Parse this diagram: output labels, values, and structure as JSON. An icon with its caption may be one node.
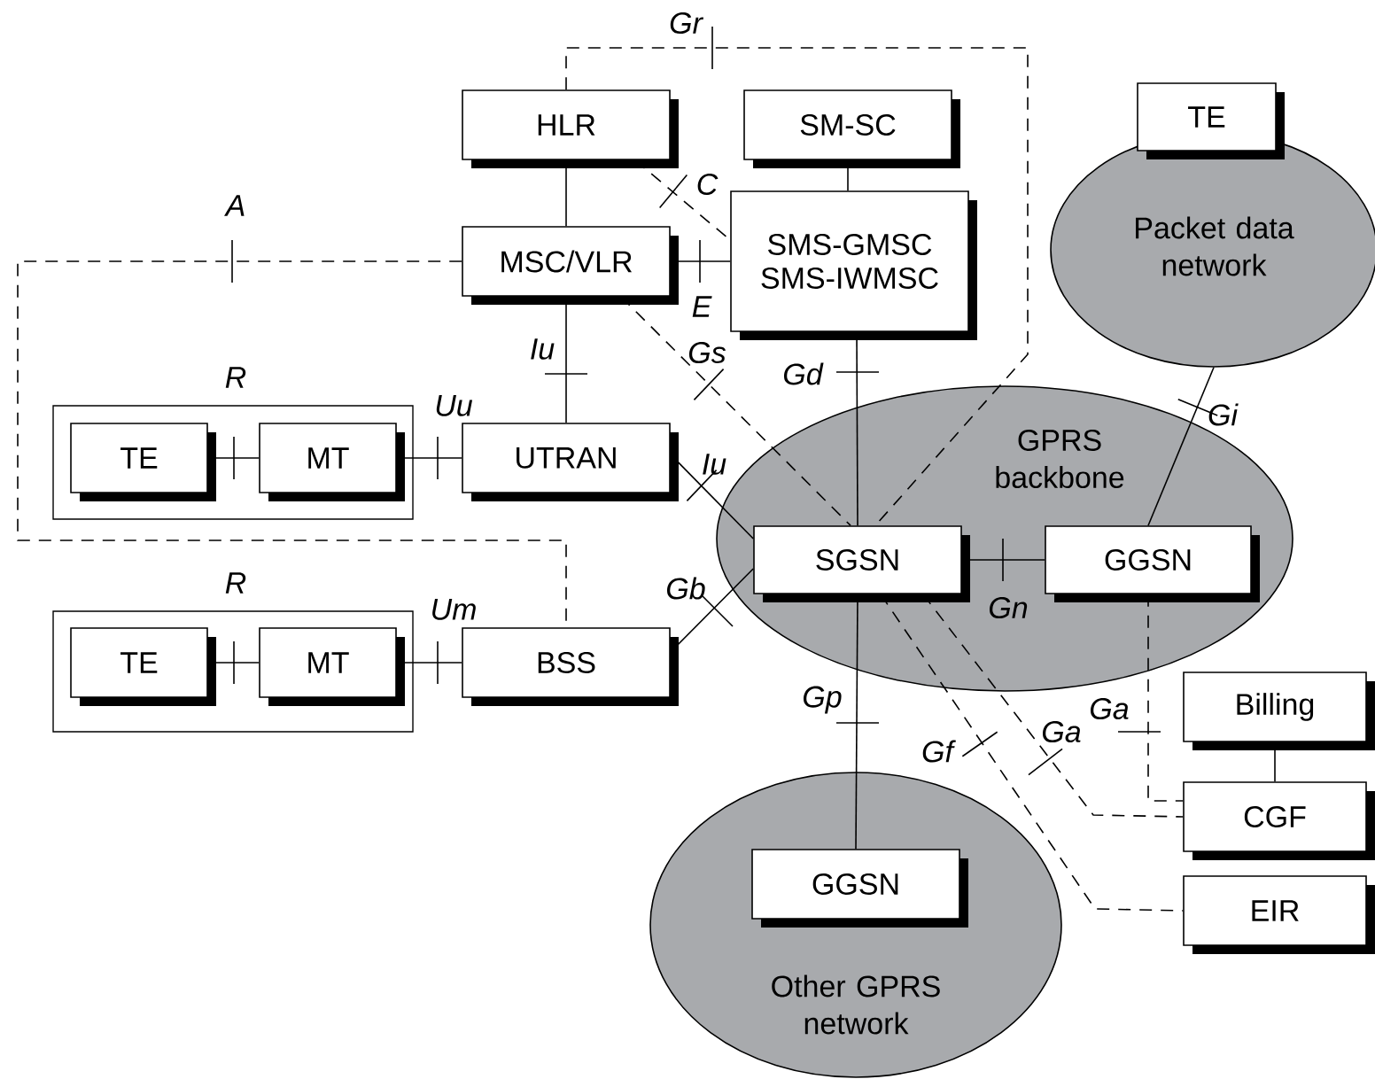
{
  "diagram": {
    "nodes": [
      {
        "text": [
          "HLR"
        ]
      },
      {
        "text": [
          "SM-SC"
        ]
      },
      {
        "text": [
          "TE"
        ]
      },
      {
        "text": [
          "Packet data network"
        ]
      },
      {
        "text": [
          "MSC/VLR"
        ]
      },
      {
        "text": [
          "SMS-GMSC",
          "SMS-IWMSC"
        ]
      },
      {
        "text": [
          "R"
        ]
      },
      {
        "text": [
          "TE"
        ],
        "in": 6
      },
      {
        "text": [
          "MT"
        ],
        "in": 6
      },
      {
        "text": [
          "UTRAN"
        ]
      },
      {
        "text": [
          "GPRS backbone"
        ]
      },
      {
        "text": [
          "R"
        ]
      },
      {
        "text": [
          "TE"
        ],
        "in": 11
      },
      {
        "text": [
          "MT"
        ],
        "in": 11
      },
      {
        "text": [
          "BSS"
        ]
      },
      {
        "text": [
          "SGSN"
        ],
        "in": 10
      },
      {
        "text": [
          "GGSN"
        ],
        "in": 10
      },
      {
        "text": [
          "Billing"
        ]
      },
      {
        "text": [
          "CGF"
        ]
      },
      {
        "text": [
          "Other GPRS network"
        ]
      },
      {
        "text": [
          "GGSN"
        ],
        "in": 19
      },
      {
        "text": [
          "EIR"
        ]
      }
    ],
    "edges": [
      {
        "from": 0,
        "to": 4,
        "arrow": "none"
      },
      {
        "from": 1,
        "to": 5,
        "arrow": "none"
      },
      {
        "from": 0,
        "to": 5,
        "arrow": "none",
        "style": "dashed",
        "label": "C"
      },
      {
        "from": 4,
        "to": 5,
        "arrow": "none",
        "label": "E"
      },
      {
        "from": 4,
        "to": 9,
        "arrow": "none",
        "label": "Iu"
      },
      {
        "from": 4,
        "to": 15,
        "arrow": "none",
        "style": "dashed",
        "label": "Gs"
      },
      {
        "from": 0,
        "to": 15,
        "arrow": "none",
        "style": "dashed",
        "label": "Gr"
      },
      {
        "from": 4,
        "to": 14,
        "arrow": "none",
        "style": "dashed",
        "label": "A"
      },
      {
        "from": 7,
        "to": 8,
        "arrow": "none"
      },
      {
        "from": 8,
        "to": 9,
        "arrow": "none",
        "label": "Uu"
      },
      {
        "from": 9,
        "to": 15,
        "arrow": "none",
        "label": "Iu"
      },
      {
        "from": 12,
        "to": 13,
        "arrow": "none"
      },
      {
        "from": 13,
        "to": 14,
        "arrow": "none",
        "label": "Um"
      },
      {
        "from": 14,
        "to": 15,
        "arrow": "none",
        "label": "Gb"
      },
      {
        "from": 5,
        "to": 15,
        "arrow": "none",
        "label": "Gd"
      },
      {
        "from": 15,
        "to": 16,
        "arrow": "none",
        "label": "Gn"
      },
      {
        "from": 16,
        "to": 3,
        "arrow": "none",
        "label": "Gi"
      },
      {
        "from": 15,
        "to": 20,
        "arrow": "none",
        "label": "Gp"
      },
      {
        "from": 15,
        "to": 18,
        "arrow": "none",
        "style": "dashed",
        "label": "Ga"
      },
      {
        "from": 16,
        "to": 18,
        "arrow": "none",
        "style": "dashed",
        "label": "Ga"
      },
      {
        "from": 15,
        "to": 21,
        "arrow": "none",
        "style": "dashed",
        "label": "Gf"
      },
      {
        "from": 17,
        "to": 18,
        "arrow": "none"
      }
    ]
  }
}
